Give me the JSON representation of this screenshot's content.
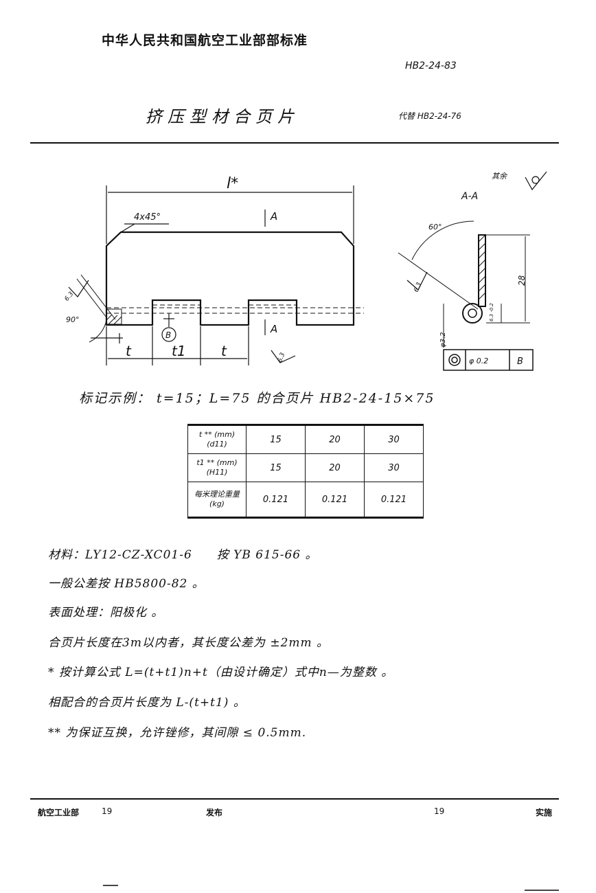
{
  "header": {
    "organization": "中华人民共和国航空工业部部标准",
    "standard_code": "HB2-24-83",
    "title": "挤压型材合页片",
    "replaces": "代替 HB2-24-76"
  },
  "drawing": {
    "length_label": "l*",
    "chamfer_label": "4x45°",
    "section_mark_top": "A",
    "section_mark_bottom": "A",
    "angle_90": "90°",
    "roughness_left": "6.3",
    "roughness_bottom": "6.3",
    "dim_t_left": "t",
    "dim_t1": "t1",
    "dim_t_right": "t",
    "datum_b": "B",
    "rest_roughness": "其余",
    "section_title": "A-A",
    "angle_60": "60°",
    "roughness_section": "6.3",
    "height_28": "28",
    "small_dims": "6.3 -0.2",
    "dia_32": "φ3.2",
    "tolerance_value": "φ 0.2",
    "tolerance_datum": "B"
  },
  "example": "标记示例： t=15；L=75 的合页片 HB2-24-15×75",
  "table": {
    "rows": [
      {
        "header_line1": "t ** (mm)",
        "header_line2": "(d11)",
        "values": [
          "15",
          "20",
          "30"
        ]
      },
      {
        "header_line1": "t1 ** (mm)",
        "header_line2": "(H11)",
        "values": [
          "15",
          "20",
          "30"
        ]
      },
      {
        "header_line1": "每米理论重量",
        "header_line2": "(kg)",
        "values": [
          "0.121",
          "0.121",
          "0.121"
        ]
      }
    ]
  },
  "notes": [
    "材料：LY12-CZ-XC01-6　　按 YB 615-66 。",
    "一般公差按 HB5800-82 。",
    "表面处理：阳极化 。",
    "合页片长度在3m以内者，其长度公差为 ±2mm 。",
    "* 按计算公式 L=(t+t1)n+t（由设计确定）式中n—为整数 。",
    "相配合的合页片长度为 L-(t+t1) 。",
    "** 为保证互换，允许锉修，其间隙 ≤ 0.5mm."
  ],
  "footer": {
    "left_label": "航空工业部",
    "left_year": "19",
    "center_label": "发布",
    "right_year": "19",
    "right_label": "实施"
  }
}
